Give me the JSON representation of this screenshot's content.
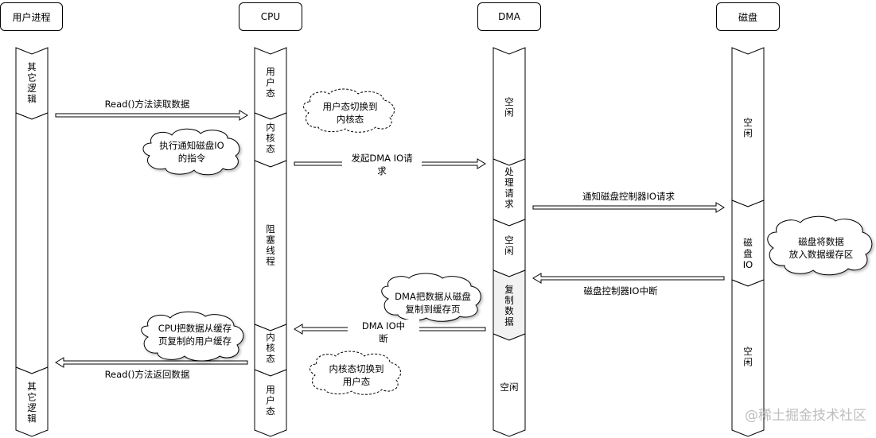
{
  "headers": {
    "user": "用户进程",
    "cpu": "CPU",
    "dma": "DMA",
    "disk": "磁盘"
  },
  "user_lane": {
    "seg1": "其它逻辑",
    "seg2": "其它逻辑"
  },
  "cpu_lane": {
    "seg1": "用户态",
    "seg2": "内核态",
    "seg3": "阻塞线程",
    "seg4": "内核态",
    "seg5": "用户态"
  },
  "dma_lane": {
    "seg1": "空闲",
    "seg2": "处理请求",
    "seg3": "空闲",
    "seg4": "复制数据",
    "seg5": "空闲"
  },
  "disk_lane": {
    "seg1": "空闲",
    "seg2": "磁盘IO",
    "seg3": "空闲"
  },
  "arrows": {
    "read_call": "Read()方法读取数据",
    "dma_request": "发起DMA IO请\n求",
    "notify_disk": "通知磁盘控制器IO请求",
    "disk_interrupt": "磁盘控制器IO中断",
    "dma_interrupt": "DMA IO中\n断",
    "read_return": "Read()方法返回数据"
  },
  "clouds": {
    "user_to_kernel": "用户态切换到\n内核态",
    "notify_instruction": "执行通知磁盘IO\n的指令",
    "disk_to_buffer": "磁盘将数据\n放入数据缓存区",
    "dma_copy": "DMA把数据从磁盘\n复制到缓存页",
    "cpu_copy": "CPU把数据从缓存\n页复制的用户缓存",
    "kernel_to_user": "内核态切换到\n用户态"
  },
  "watermark": "@稀土掘金技术社区"
}
